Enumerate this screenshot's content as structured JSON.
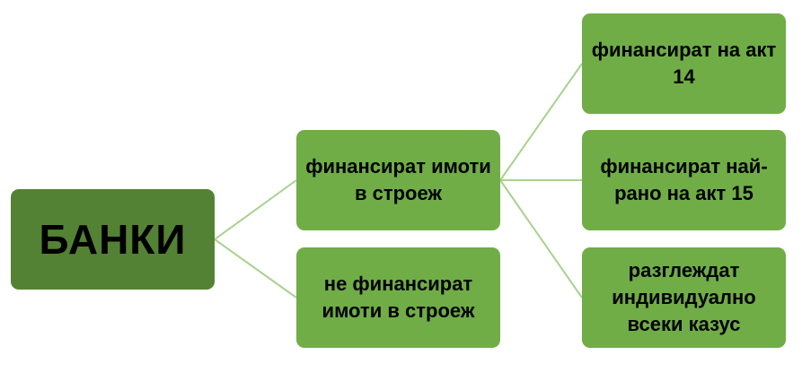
{
  "diagram": {
    "root": {
      "label": "БАНКИ"
    },
    "branches": [
      {
        "label": "финансират имоти в строеж",
        "children": [
          {
            "label": "финансират на акт 14"
          },
          {
            "label": "финансират най-рано на акт 15"
          },
          {
            "label": "разглеждат индивидуално всеки казус"
          }
        ]
      },
      {
        "label": "не финансират имоти в строеж",
        "children": []
      }
    ]
  },
  "colors": {
    "root_fill": "#548235",
    "node_fill": "#70ad47",
    "connector": "#a9d18e",
    "text": "#000000"
  }
}
